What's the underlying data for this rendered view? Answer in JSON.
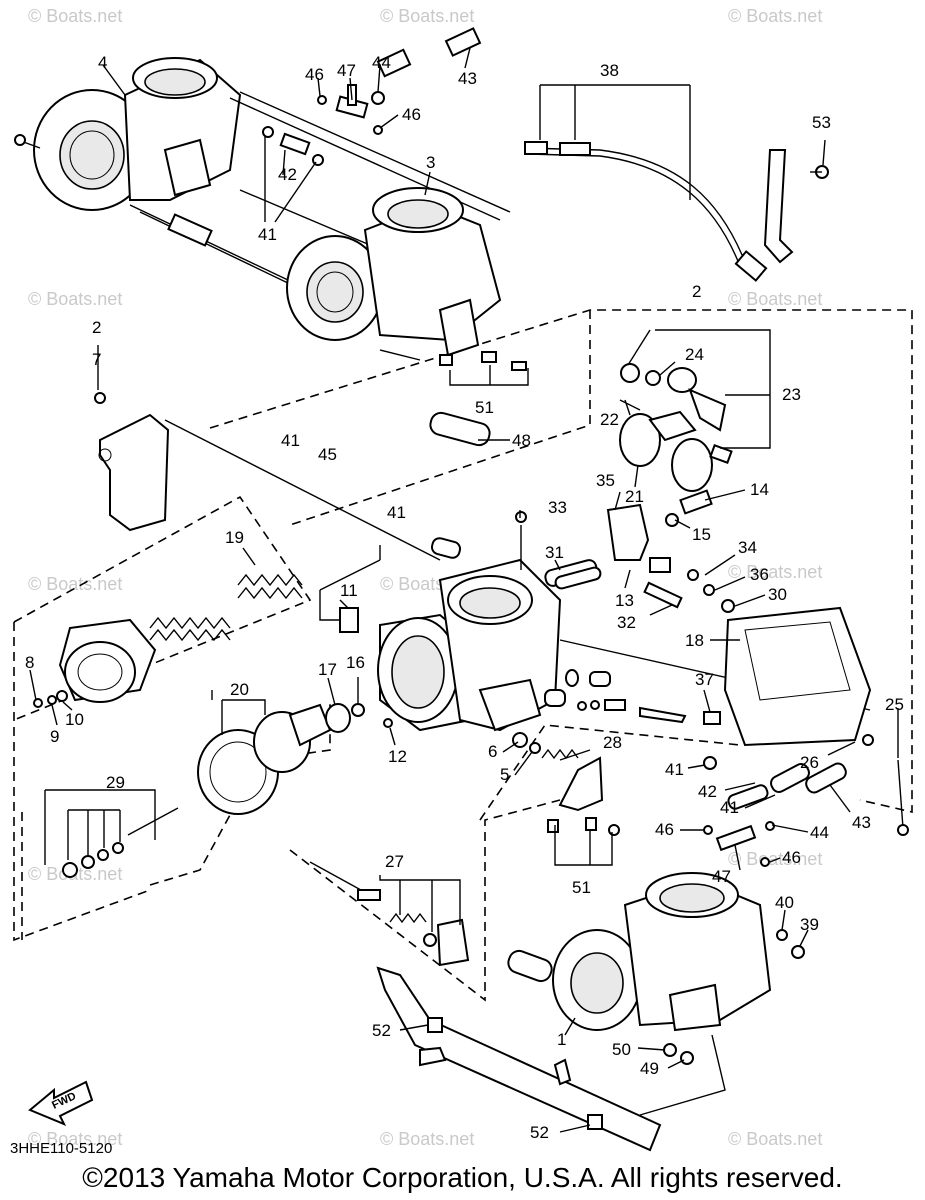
{
  "watermark": "© Boats.net",
  "callouts": [
    "1",
    "2",
    "3",
    "4",
    "5",
    "6",
    "7",
    "8",
    "9",
    "10",
    "11",
    "12",
    "13",
    "14",
    "15",
    "16",
    "17",
    "18",
    "19",
    "20",
    "21",
    "22",
    "23",
    "24",
    "25",
    "26",
    "27",
    "28",
    "29",
    "30",
    "31",
    "32",
    "33",
    "34",
    "35",
    "36",
    "37",
    "38",
    "39",
    "40",
    "41",
    "42",
    "43",
    "44",
    "45",
    "46",
    "47",
    "48",
    "49",
    "50",
    "51",
    "52",
    "53"
  ],
  "fwd_label": "FWD",
  "diagram_code": "3HHE110-5120",
  "copyright": "©2013 Yamaha Motor Corporation, U.S.A. All rights reserved."
}
